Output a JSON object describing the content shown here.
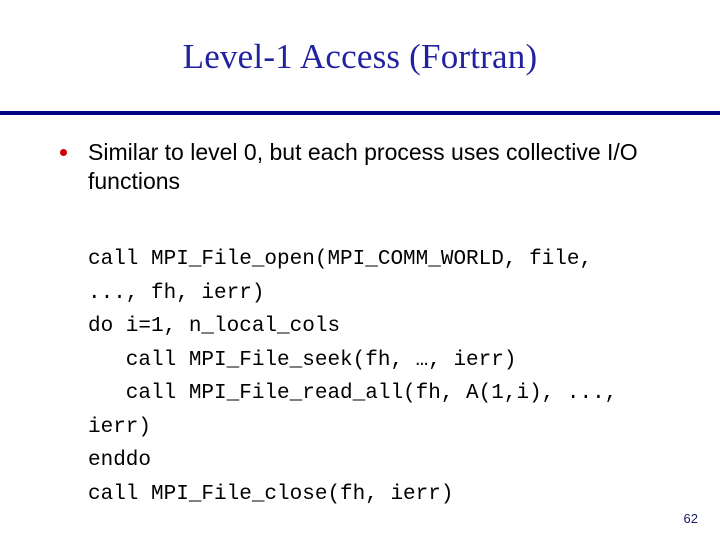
{
  "slide": {
    "title": "Level-1 Access (Fortran)",
    "title_color": "#2222A0",
    "divider_color": "#000080",
    "background_color": "#FFFFFF",
    "page_number": "62",
    "page_number_color": "#1A1A66"
  },
  "bullets": [
    {
      "marker": "bullet-dot",
      "marker_color": "#CC0000",
      "text": "Similar to level 0, but each process uses collective I/O functions"
    }
  ],
  "code": {
    "language": "Fortran",
    "lines": [
      "call MPI_File_open(MPI_COMM_WORLD, file,",
      "..., fh, ierr)",
      "do i=1, n_local_cols",
      "   call MPI_File_seek(fh, …, ierr)",
      "   call MPI_File_read_all(fh, A(1,i), ...,",
      "ierr)",
      "enddo",
      "call MPI_File_close(fh, ierr)"
    ]
  }
}
